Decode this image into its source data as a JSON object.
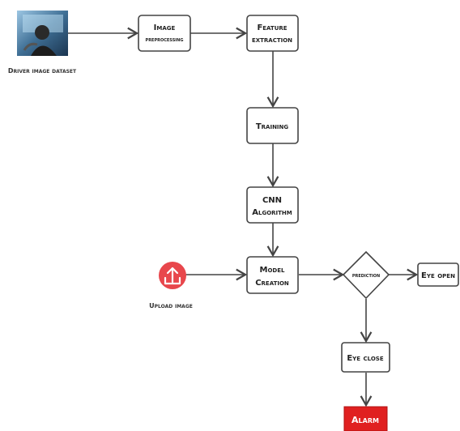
{
  "nodes": {
    "dataset": {
      "caption": "Driver image dataset"
    },
    "preprocess": {
      "line1": "Image",
      "line2": "preprocessing"
    },
    "feature": {
      "line1": "Feature",
      "line2": "extraction"
    },
    "training": {
      "line1": "Training"
    },
    "cnn": {
      "line1": "CNN",
      "line2": "Algorithm"
    },
    "upload": {
      "caption": "Upload image"
    },
    "model": {
      "line1": "Model",
      "line2": "Creation"
    },
    "prediction": {
      "line1": "prediction"
    },
    "eye_open": {
      "line1": "Eye open"
    },
    "eye_close": {
      "line1": "Eye close"
    },
    "alarm": {
      "line1": "Alarm"
    }
  },
  "colors": {
    "alarm_fill": "#e02020",
    "upload_icon": "#e8474c",
    "edge": "#444444"
  }
}
